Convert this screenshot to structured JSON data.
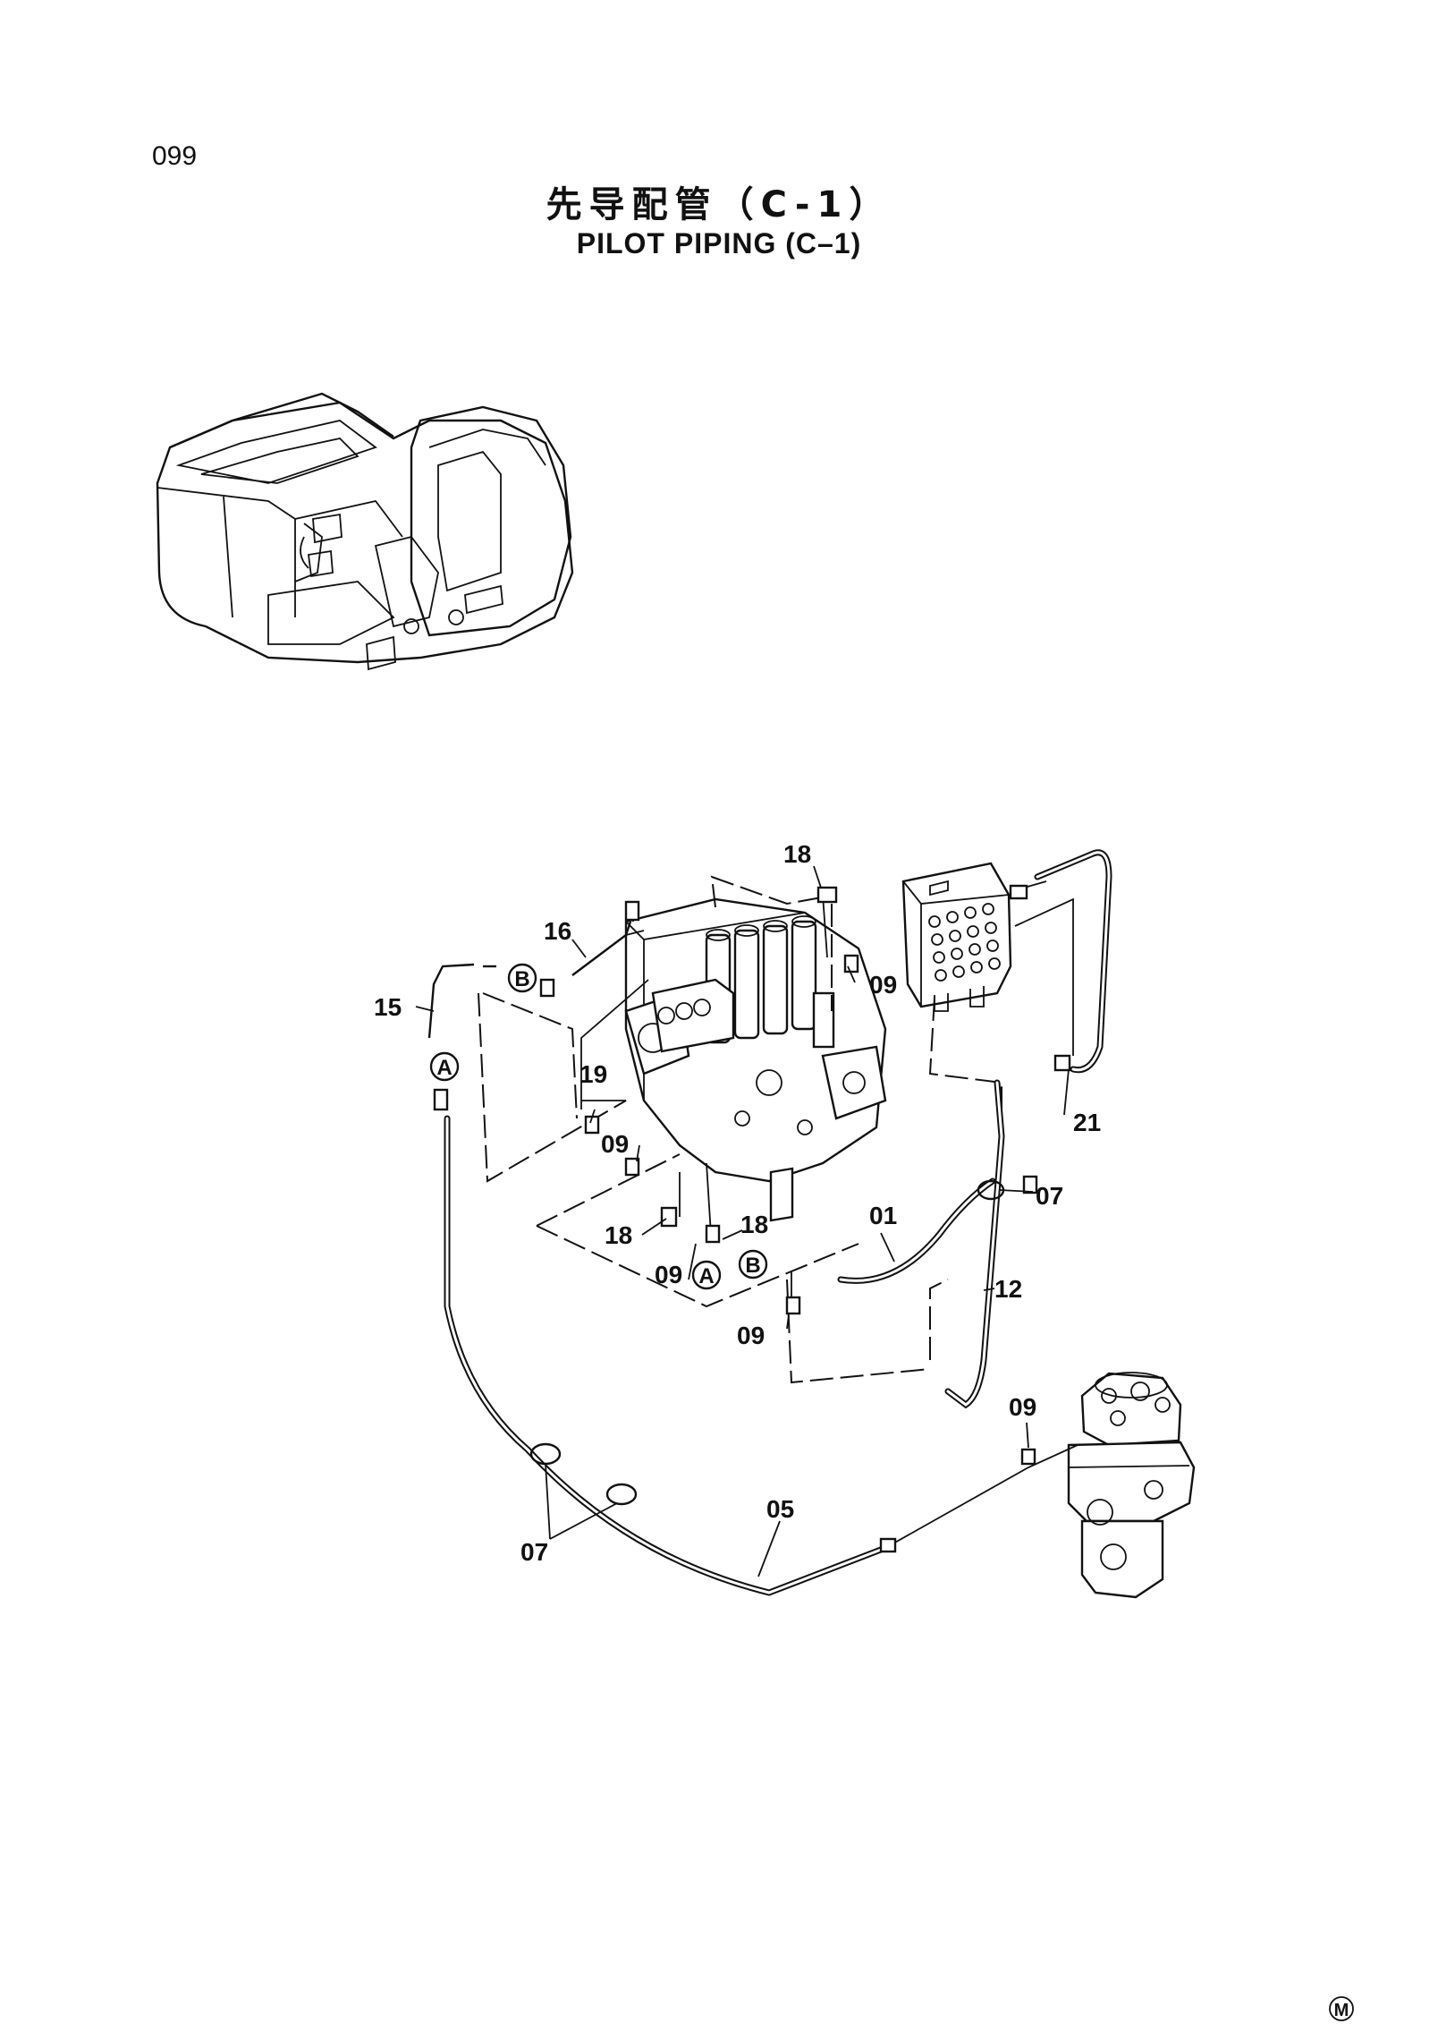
{
  "page_number": "099",
  "title": {
    "chinese": "先导配管（C-1）",
    "english": "PILOT PIPING (C–1)"
  },
  "callouts": {
    "c01": "01",
    "c05": "05",
    "c07_right": "07",
    "c07_bottom": "07",
    "c09_upper": "09",
    "c09_left": "09",
    "c09_mid": "09",
    "c09_lower": "09",
    "c09_swivel": "09",
    "c12": "12",
    "c15": "15",
    "c16": "16",
    "c18_top": "18",
    "c18_left": "18",
    "c18_mid": "18",
    "c19": "19",
    "c21": "21"
  },
  "connection_markers": {
    "a_left": "A",
    "a_mid": "A",
    "b_top": "B",
    "b_mid": "B"
  },
  "corner_mark": "M"
}
